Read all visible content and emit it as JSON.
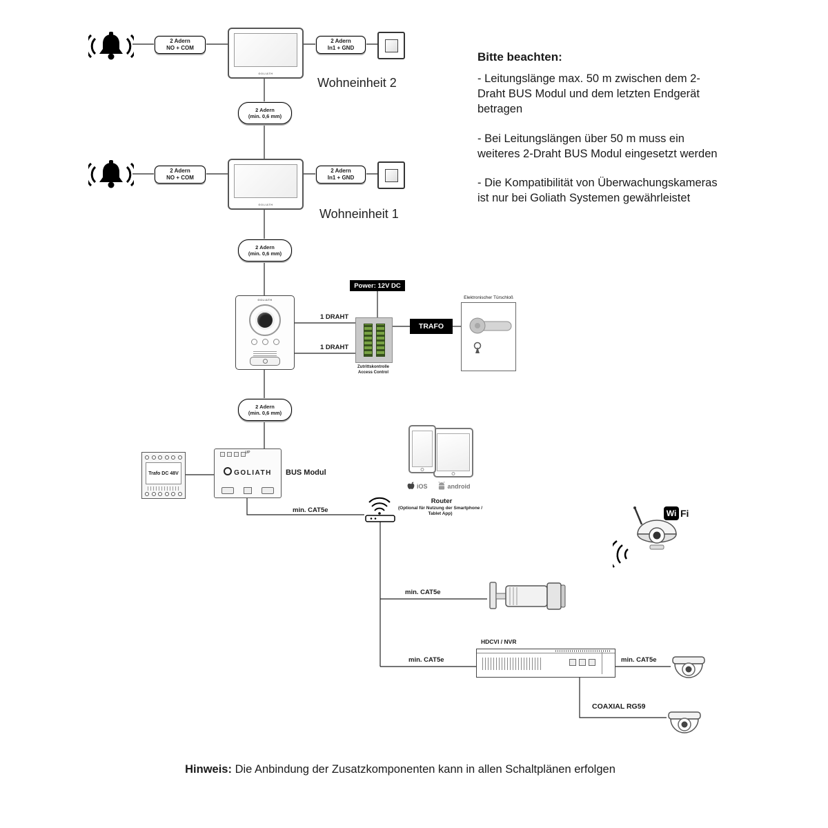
{
  "diagram": {
    "units": [
      {
        "name": "Wohneinheit 2"
      },
      {
        "name": "Wohneinheit 1"
      }
    ],
    "pill_no_com": {
      "l1": "2 Adern",
      "l2": "NO + COM"
    },
    "pill_in1_gnd": {
      "l1": "2 Adern",
      "l2": "In1 + GND"
    },
    "oval_2adern": {
      "l1": "2 Adern",
      "l2": "(min. 0,6 mm)"
    },
    "power_label": "Power: 12V DC",
    "draht": "1 DRAHT",
    "trafo": "TRAFO",
    "door_lock": "Elektronischer Türschloß",
    "access_control": {
      "l1": "Zutrittskontrolle",
      "l2": "Access Control"
    },
    "trafo_din": "Trafo DC 48V",
    "bus_modul": "BUS Modul",
    "bus_up": "UP",
    "brand": "GOLIATH",
    "router_title": "Router",
    "router_sub": "(Optional für Nutzung der Smartphone / Tablet App)",
    "cat5e": "min. CAT5e",
    "hdcvi": "HDCVI / NVR",
    "coaxial": "COAXIAL RG59",
    "wifi_wi": "Wi",
    "wifi_fi": "Fi",
    "ios": "iOS",
    "android": "android"
  },
  "notes": {
    "title": "Bitte beachten:",
    "paragraphs": [
      "- Leitungslänge max. 50 m zwischen dem 2-Draht BUS Modul und dem letzten Endgerät betragen",
      "- Bei Leitungslängen über 50 m muss ein weiteres 2-Draht BUS Modul eingesetzt werden",
      "- Die Kompatibilität von Überwachungskameras ist nur bei Goliath Systemen gewährleistet"
    ]
  },
  "footer": {
    "bold": "Hinweis:",
    "rest": " Die Anbindung der Zusatzkomponenten kann in allen Schaltplänen erfolgen"
  }
}
